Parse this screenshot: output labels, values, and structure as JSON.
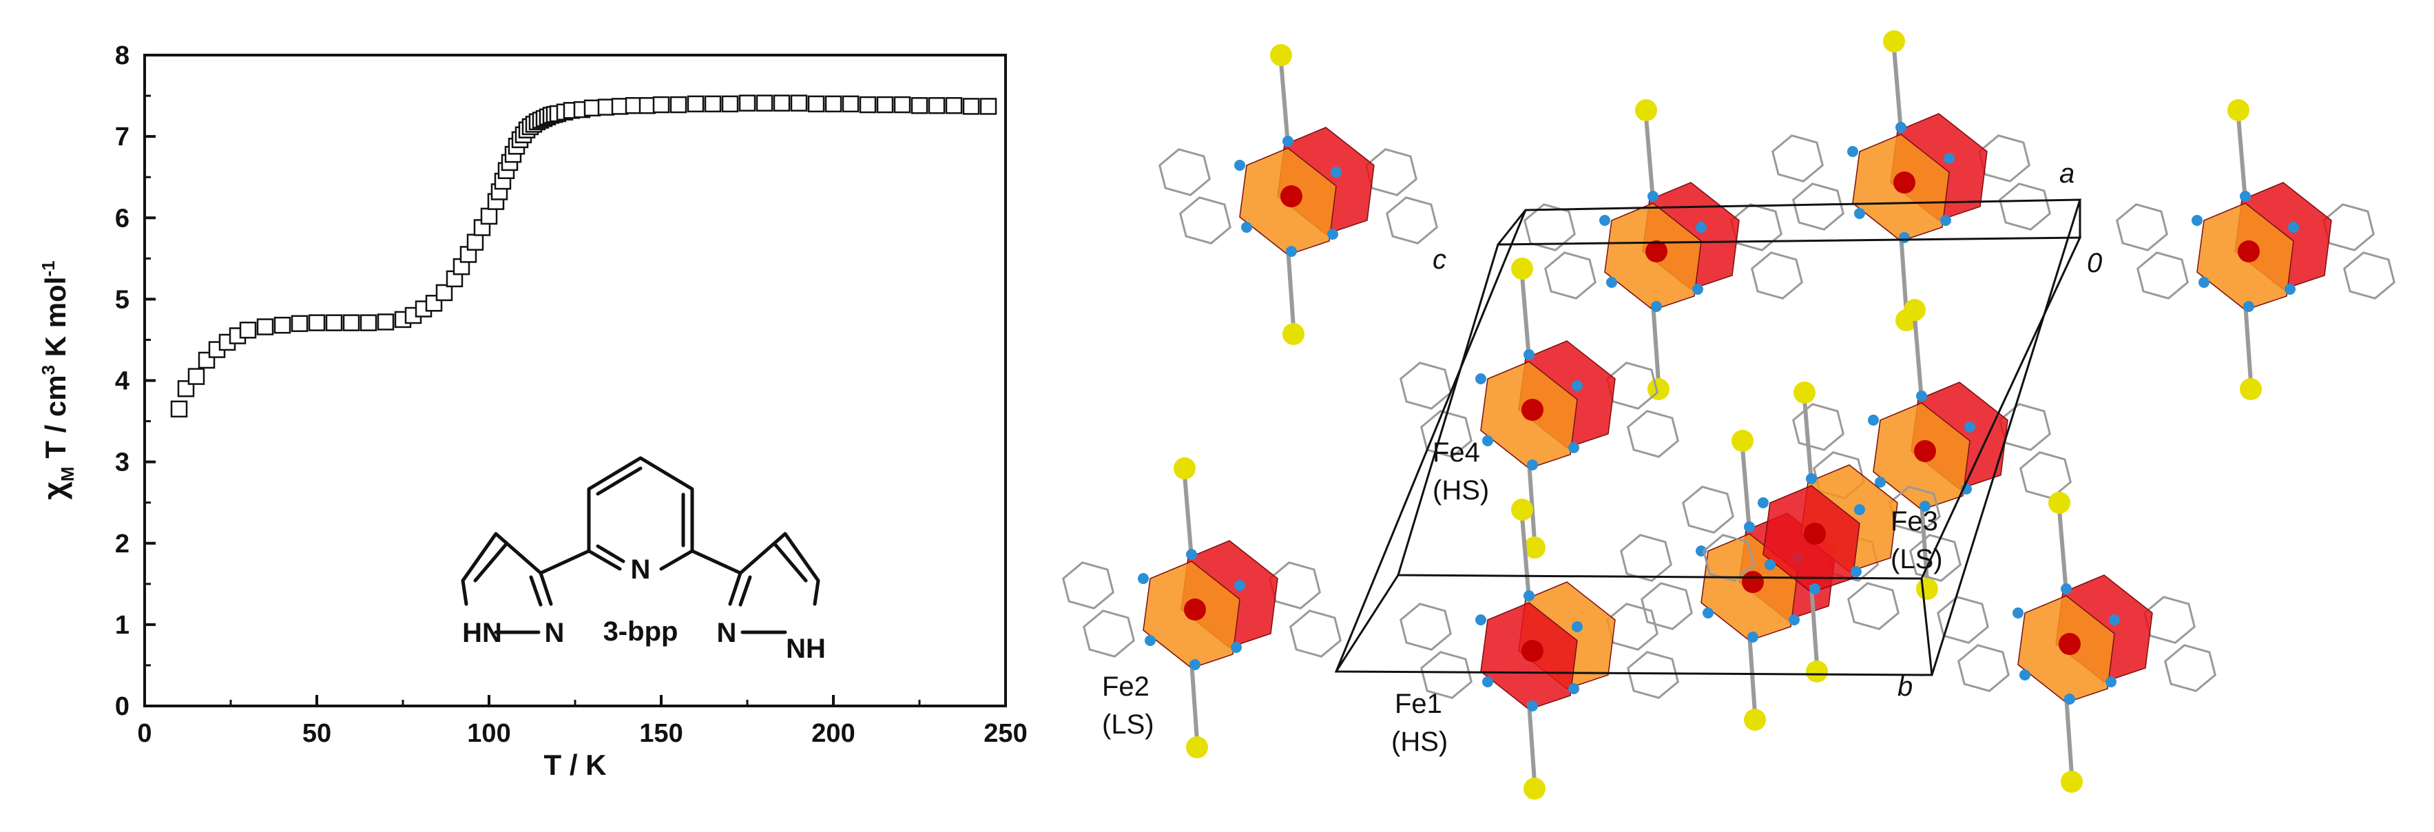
{
  "chart_data": {
    "type": "scatter",
    "xlabel": "T / K",
    "ylabel": "χM T / cm3 K mol-1",
    "ylabel_parts": {
      "chi": "χ",
      "sub": "M",
      "mid": " T / cm",
      "sup3": "3",
      "tail": " K mol",
      "supneg": "-1"
    },
    "xlim": [
      0,
      250
    ],
    "ylim": [
      0,
      8
    ],
    "xticks": [
      0,
      50,
      100,
      150,
      200,
      250
    ],
    "yticks": [
      0,
      1,
      2,
      3,
      4,
      5,
      6,
      7,
      8
    ],
    "marker": "open-square",
    "series": [
      {
        "x": [
          10,
          12,
          15,
          18,
          21,
          24,
          27,
          30,
          35,
          40,
          45,
          50,
          55,
          60,
          65,
          70,
          75,
          78,
          81,
          84,
          87,
          90,
          92,
          94,
          96,
          98,
          100,
          102,
          103,
          104,
          105,
          106,
          107,
          108,
          109,
          110,
          111,
          112,
          113,
          114,
          115,
          116,
          117,
          118,
          119,
          120,
          122,
          124,
          127,
          130,
          134,
          138,
          142,
          146,
          150,
          155,
          160,
          165,
          170,
          175,
          180,
          185,
          190,
          195,
          200,
          205,
          210,
          215,
          220,
          225,
          230,
          235,
          240,
          245
        ],
        "y": [
          3.65,
          3.9,
          4.05,
          4.25,
          4.38,
          4.47,
          4.55,
          4.62,
          4.66,
          4.68,
          4.7,
          4.71,
          4.71,
          4.71,
          4.71,
          4.72,
          4.75,
          4.8,
          4.88,
          4.95,
          5.08,
          5.25,
          5.4,
          5.55,
          5.7,
          5.88,
          6.02,
          6.2,
          6.32,
          6.45,
          6.58,
          6.68,
          6.78,
          6.88,
          6.96,
          7.02,
          7.08,
          7.12,
          7.15,
          7.18,
          7.2,
          7.22,
          7.24,
          7.26,
          7.27,
          7.28,
          7.3,
          7.32,
          7.33,
          7.35,
          7.36,
          7.37,
          7.38,
          7.38,
          7.39,
          7.39,
          7.4,
          7.4,
          7.4,
          7.41,
          7.41,
          7.41,
          7.41,
          7.4,
          7.4,
          7.4,
          7.39,
          7.39,
          7.39,
          7.38,
          7.38,
          7.38,
          7.37,
          7.37
        ]
      }
    ]
  },
  "molecule": {
    "name": "3-bpp",
    "atom_labels": {
      "pyridine_n": "N",
      "left_hn": "HN",
      "left_n": "N",
      "right_n": "N",
      "right_nh": "NH"
    }
  },
  "crystal": {
    "fe_labels": [
      {
        "name": "Fe1",
        "state": "(HS)"
      },
      {
        "name": "Fe2",
        "state": "(LS)"
      },
      {
        "name": "Fe3",
        "state": "(LS)"
      },
      {
        "name": "Fe4",
        "state": "(HS)"
      }
    ],
    "cell_axes": {
      "a": "a",
      "b": "b",
      "c": "c",
      "origin": "0"
    },
    "colors": {
      "hs_polyhedron": "#f7931e",
      "ls_polyhedron": "#e8131b",
      "nitrogen": "#2a8fd6",
      "sulfur": "#e6e000",
      "carbon_bond": "#9a9a9a"
    }
  }
}
